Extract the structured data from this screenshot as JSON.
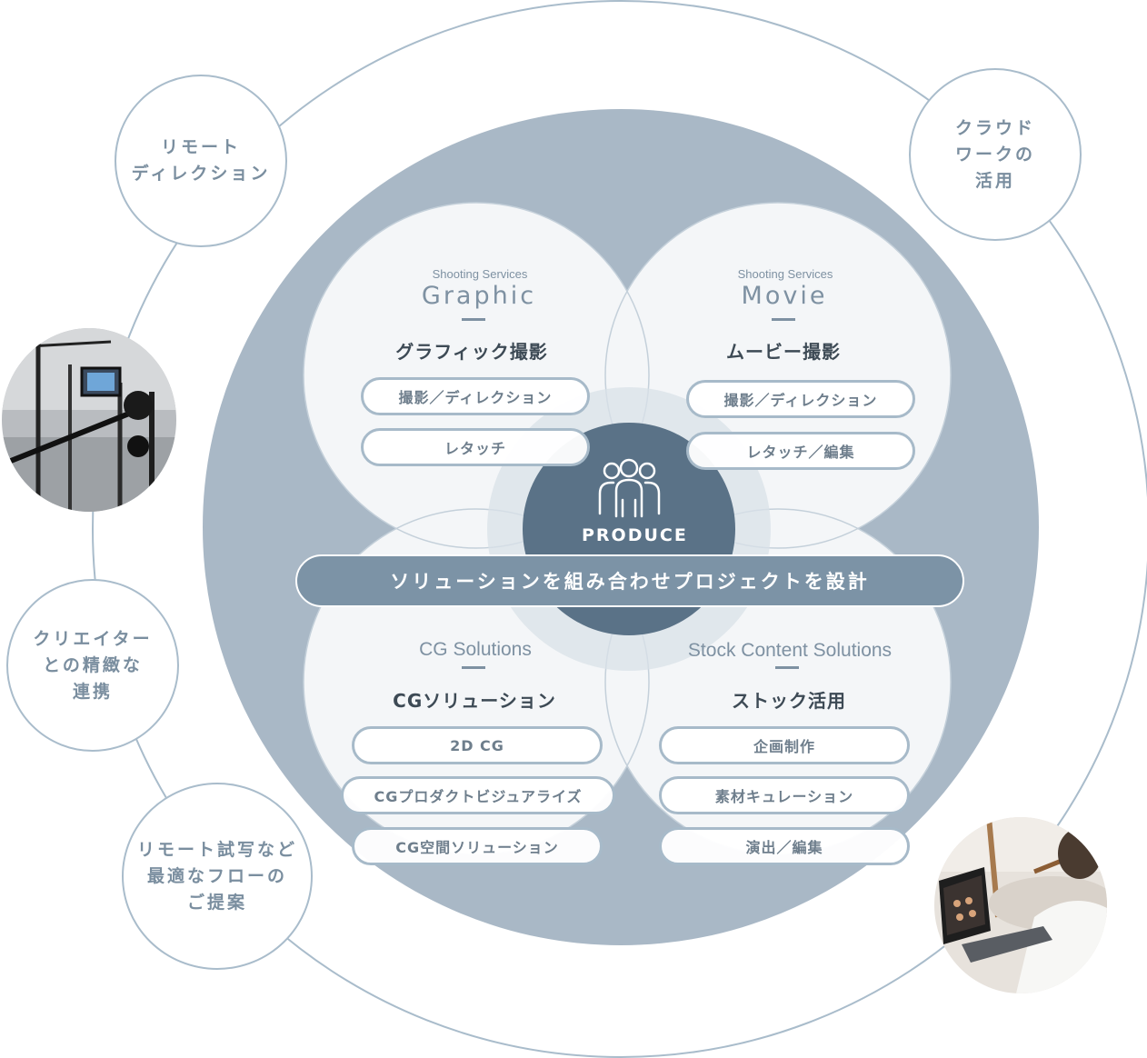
{
  "outer_nodes": [
    {
      "id": "remote-direction",
      "lines": [
        "リモート",
        "ディレクション"
      ]
    },
    {
      "id": "cloud-work",
      "lines": [
        "クラウド",
        "ワークの",
        "活用"
      ]
    },
    {
      "id": "creator-collab",
      "lines": [
        "クリエイター",
        "との精緻な",
        "連携"
      ]
    },
    {
      "id": "remote-preview",
      "lines": [
        "リモート試写など",
        "最適なフローの",
        "ご提案"
      ]
    }
  ],
  "services": {
    "graphic": {
      "subtitle": "Shooting Services",
      "title": "Graphic",
      "jp_title": "グラフィック撮影",
      "items": [
        "撮影／ディレクション",
        "レタッチ"
      ]
    },
    "movie": {
      "subtitle": "Shooting Services",
      "title": "Movie",
      "jp_title": "ムービー撮影",
      "items": [
        "撮影／ディレクション",
        "レタッチ／編集"
      ]
    },
    "cg": {
      "title": "CG Solutions",
      "jp_title": "CGソリューション",
      "items": [
        "2D CG",
        "CGプロダクトビジュアライズ",
        "CG空間ソリューション"
      ]
    },
    "stock": {
      "title": "Stock Content Solutions",
      "jp_title": "ストック活用",
      "items": [
        "企画制作",
        "素材キュレーション",
        "演出／編集"
      ]
    }
  },
  "center": {
    "label": "PRODUCE",
    "icon": "team-icon",
    "banner": "ソリューションを組み合わせプロジェクトを設計"
  },
  "photos": [
    "film-set-photo",
    "laptop-user-photo"
  ],
  "colors": {
    "big_circle": "#a9b8c6",
    "center_dark": "#5a7287",
    "banner": "#7c93a6",
    "accent_text": "#7e91a2",
    "outline": "#a9bccb"
  }
}
